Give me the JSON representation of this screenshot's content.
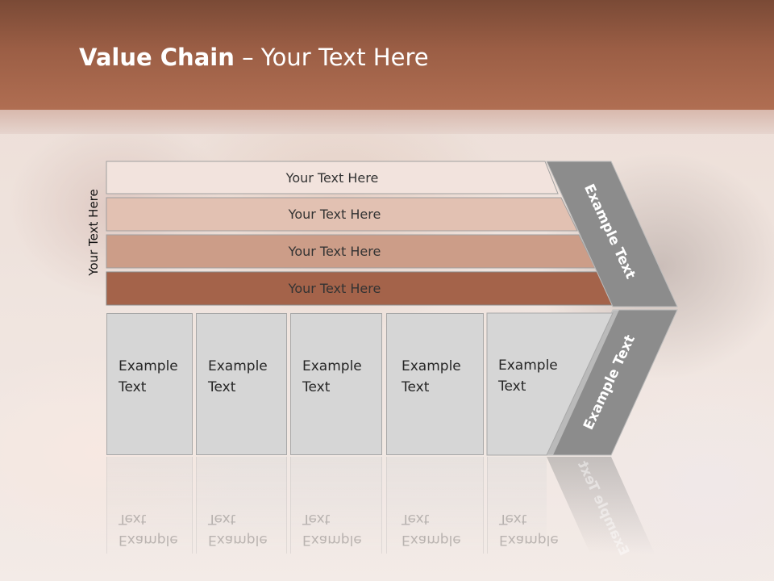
{
  "title": {
    "bold": "Value Chain",
    "rest": " – Your Text Here"
  },
  "side_label": "Your Text Here",
  "bands": [
    {
      "label": "Your Text Here",
      "color": "#f2e3dd"
    },
    {
      "label": "Your Text Here",
      "color": "#e2c1b2"
    },
    {
      "label": "Your Text Here",
      "color": "#cc9d88"
    },
    {
      "label": "Your Text Here",
      "color": "#a4634a"
    }
  ],
  "columns": [
    {
      "line1": "Example",
      "line2": "Text"
    },
    {
      "line1": "Example",
      "line2": "Text"
    },
    {
      "line1": "Example",
      "line2": "Text"
    },
    {
      "line1": "Example",
      "line2": "Text"
    },
    {
      "line1": "Example",
      "line2": "Text"
    }
  ],
  "chevron": {
    "upper": "Example Text",
    "lower": "Example Text"
  },
  "colors": {
    "title_bar": "#9b5e45",
    "column_fill": "#d6d6d6",
    "chevron": "#8c8c8c"
  }
}
